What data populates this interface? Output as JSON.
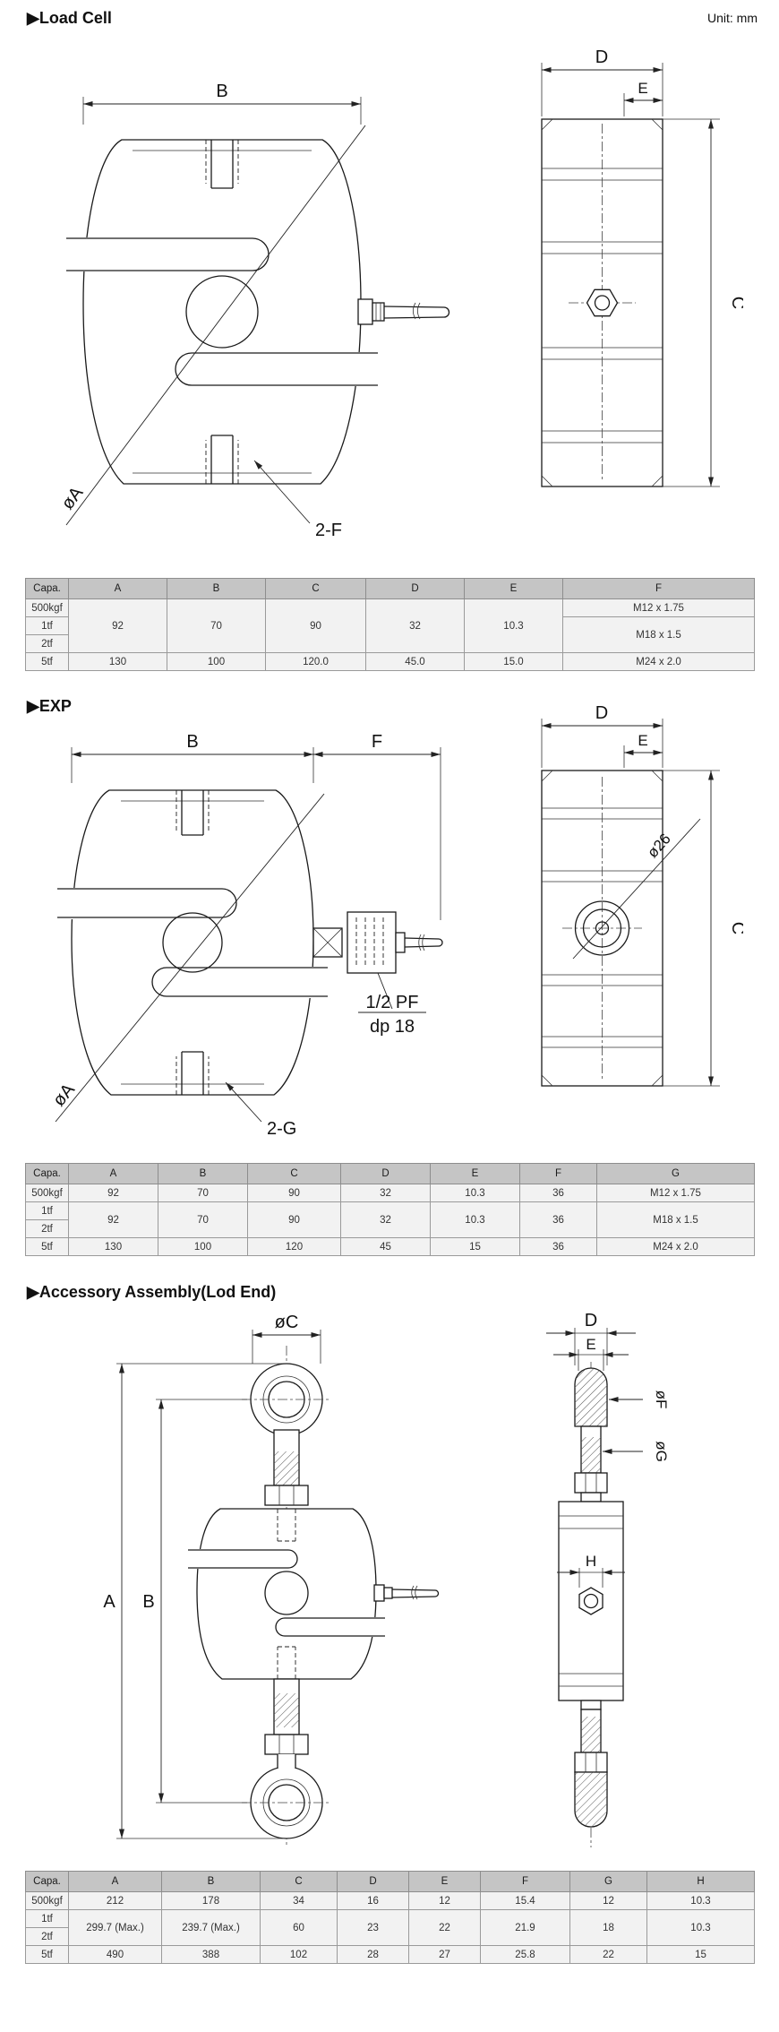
{
  "header": {
    "unit": "Unit: mm"
  },
  "load_cell": {
    "title": "▶Load Cell",
    "front": {
      "dim_b": "B",
      "dia": "øA",
      "holes": "2-F"
    },
    "side": {
      "dim_d": "D",
      "dim_e": "E",
      "dim_c": "C"
    },
    "table": {
      "headers": [
        "Capa.",
        "A",
        "B",
        "C",
        "D",
        "E",
        "F"
      ],
      "rows": {
        "r1": {
          "capa": "500kgf",
          "a": "92",
          "b": "70",
          "c": "90",
          "d": "32",
          "e": "10.3",
          "f": "M12 x 1.75"
        },
        "r2": {
          "capa": "1tf",
          "f": "M18 x 1.5"
        },
        "r3": {
          "capa": "2tf"
        },
        "r4": {
          "capa": "5tf",
          "a": "130",
          "b": "100",
          "c": "120.0",
          "d": "45.0",
          "e": "15.0",
          "f": "M24 x 2.0"
        }
      }
    }
  },
  "exp": {
    "title": "▶EXP",
    "front": {
      "dim_b": "B",
      "dim_f": "F",
      "dia": "øA",
      "holes": "2-G",
      "port_line1": "1/2 PF",
      "port_line2": "dp 18"
    },
    "side": {
      "dim_d": "D",
      "dim_e": "E",
      "dim_c": "C",
      "boss_dia": "ø26"
    },
    "table": {
      "headers": [
        "Capa.",
        "A",
        "B",
        "C",
        "D",
        "E",
        "F",
        "G"
      ],
      "rows": {
        "r1": {
          "capa": "500kgf",
          "a": "92",
          "b": "70",
          "c": "90",
          "d": "32",
          "e": "10.3",
          "f": "36",
          "g": "M12 x 1.75"
        },
        "r2": {
          "capa": "1tf",
          "a": "92",
          "b": "70",
          "c": "90",
          "d": "32",
          "e": "10.3",
          "f": "36",
          "g": "M18 x 1.5"
        },
        "r3": {
          "capa": "2tf"
        },
        "r4": {
          "capa": "5tf",
          "a": "130",
          "b": "100",
          "c": "120",
          "d": "45",
          "e": "15",
          "f": "36",
          "g": "M24 x 2.0"
        }
      }
    }
  },
  "accessory": {
    "title": "▶Accessory Assembly(Lod End)",
    "front": {
      "dim_c": "øC",
      "dim_a": "A",
      "dim_b": "B"
    },
    "side": {
      "dim_d": "D",
      "dim_e": "E",
      "dim_f": "øF",
      "dim_g": "øG",
      "dim_h": "H"
    },
    "table": {
      "headers": [
        "Capa.",
        "A",
        "B",
        "C",
        "D",
        "E",
        "F",
        "G",
        "H"
      ],
      "rows": {
        "r1": {
          "capa": "500kgf",
          "a": "212",
          "b": "178",
          "c": "34",
          "d": "16",
          "e": "12",
          "f": "15.4",
          "g": "12",
          "h": "10.3"
        },
        "r2": {
          "capa": "1tf",
          "a": "299.7 (Max.)",
          "b": "239.7 (Max.)",
          "c": "60",
          "d": "23",
          "e": "22",
          "f": "21.9",
          "g": "18",
          "h": "10.3"
        },
        "r3": {
          "capa": "2tf"
        },
        "r4": {
          "capa": "5tf",
          "a": "490",
          "b": "388",
          "c": "102",
          "d": "28",
          "e": "27",
          "f": "25.8",
          "g": "22",
          "h": "15"
        }
      }
    }
  }
}
